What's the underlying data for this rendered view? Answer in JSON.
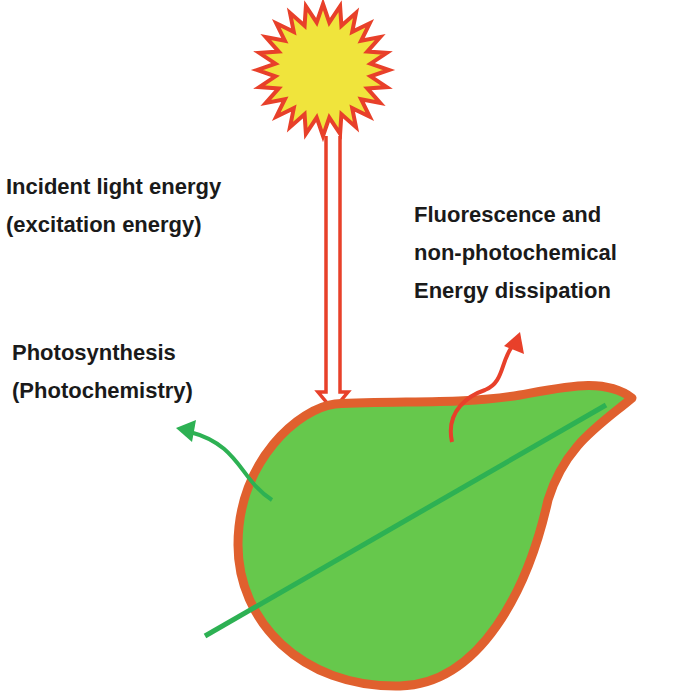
{
  "diagram": {
    "labels": [
      "Incident light energy (excitation energy)",
      "Fluorescence and non-photochemical Energy dissipation",
      "Photosynthesis (Photochemistry)"
    ]
  }
}
